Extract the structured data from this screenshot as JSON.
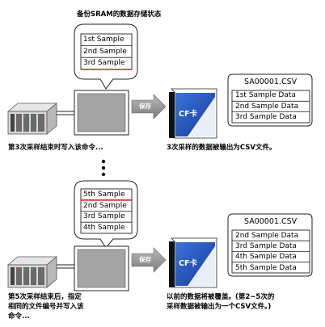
{
  "top": {
    "heading": "备份SRAM的数据存储状态",
    "sram_rows": [
      "1st Sample",
      "2nd Sample",
      "3rd Sample"
    ],
    "save_label": "保存",
    "card_label": "CF卡",
    "csv_title": "SA00001.CSV",
    "csv_rows": [
      "1st Sample Data",
      "2nd Sample Data",
      "3rd Sample Data"
    ],
    "left_caption": "第3次采样结束时写入该命令...",
    "right_caption": "3次采样的数据被输出为CSV文件。"
  },
  "bottom": {
    "sram_rows": [
      "5th Sample",
      "2nd Sample",
      "3rd Sample",
      "4th Sample"
    ],
    "save_label": "保存",
    "card_label": "CF卡",
    "csv_title": "SA00001.CSV",
    "csv_rows": [
      "2nd Sample Data",
      "3rd Sample Data",
      "4th Sample Data",
      "5th Sample Data"
    ],
    "left_caption_lines": [
      "第5次采样结束后，指定",
      "相同的文件编号并写入该",
      "命令..."
    ],
    "right_caption_lines": [
      "以前的数据将被覆盖。(第2~5次的",
      "采样数据被输出为一个CSV文件。)"
    ]
  },
  "colors": {
    "card_blue": "#2b63c6",
    "card_dark": "#0f2f86",
    "arrow_gray": "#8f8f8f",
    "screen_gray": "#a4a4a4",
    "highlight_red": "#cc2222"
  },
  "icons": [
    "plc-unit-icon",
    "display-screen-icon",
    "cf-card-icon",
    "save-arrow-icon",
    "speech-bubble-icon"
  ]
}
